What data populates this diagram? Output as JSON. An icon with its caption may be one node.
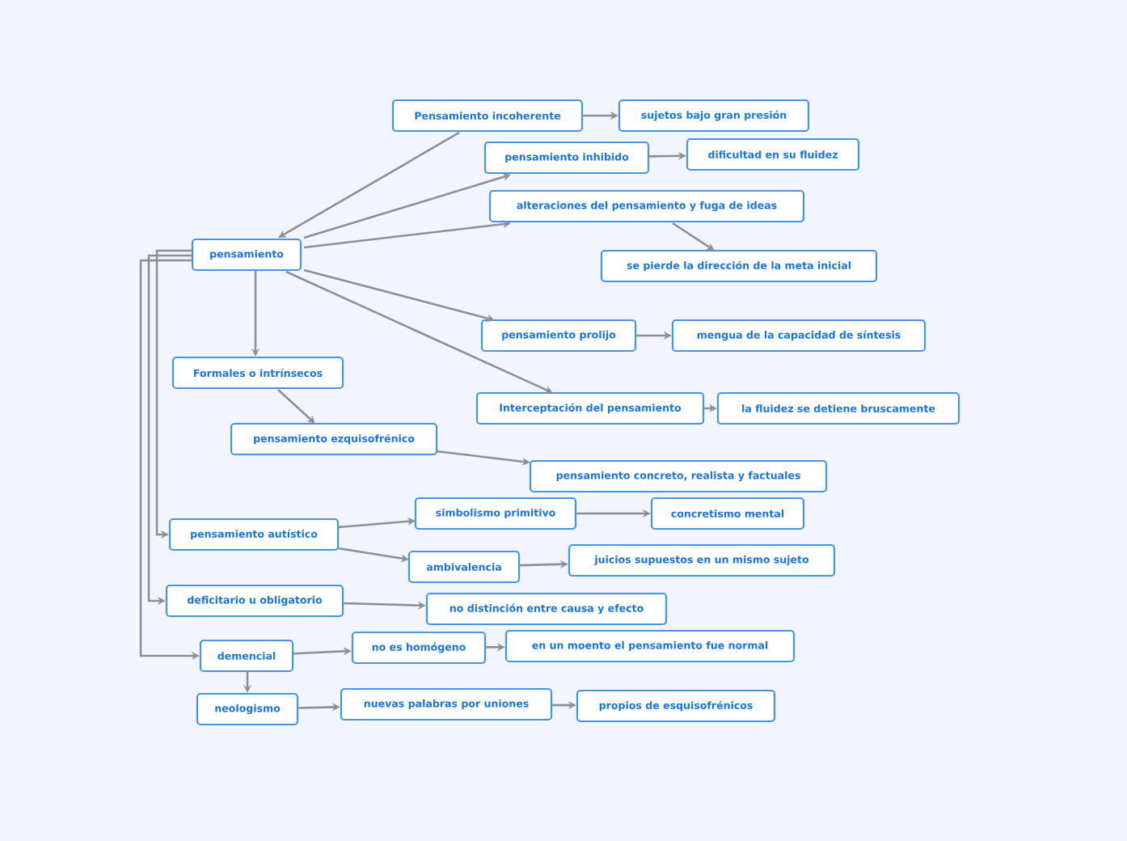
{
  "diagram": {
    "nodes": [
      {
        "text": [
          "Pensamiento incoherente"
        ]
      },
      {
        "text": [
          "sujetos bajo gran presión"
        ]
      },
      {
        "text": [
          "pensamiento inhibido"
        ]
      },
      {
        "text": [
          "dificultad en su fluidez"
        ]
      },
      {
        "text": [
          "alteraciones del pensamiento y fuga de ideas"
        ]
      },
      {
        "text": [
          "se pierde la dirección de la meta inicial"
        ]
      },
      {
        "text": [
          "pensamiento"
        ]
      },
      {
        "text": [
          "pensamiento prolijo"
        ]
      },
      {
        "text": [
          "mengua de la capacidad de síntesis"
        ]
      },
      {
        "text": [
          "Interceptación del pensamiento"
        ]
      },
      {
        "text": [
          "la fluidez se detiene bruscamente"
        ]
      },
      {
        "text": [
          "Formales o intrínsecos"
        ]
      },
      {
        "text": [
          "pensamiento ezquisofrénico"
        ]
      },
      {
        "text": [
          "pensamiento concreto, realista y factuales"
        ]
      },
      {
        "text": [
          "pensamiento autístico"
        ]
      },
      {
        "text": [
          "simbolismo primitivo"
        ]
      },
      {
        "text": [
          "concretismo mental"
        ]
      },
      {
        "text": [
          "ambivalencia"
        ]
      },
      {
        "text": [
          "juicios supuestos en un mismo sujeto"
        ]
      },
      {
        "text": [
          "deficitario u obligatorio"
        ]
      },
      {
        "text": [
          "no distinción entre causa y efecto"
        ]
      },
      {
        "text": [
          "demencial"
        ]
      },
      {
        "text": [
          "no es homógeno"
        ]
      },
      {
        "text": [
          "en un moento el pensamiento fue normal"
        ]
      },
      {
        "text": [
          "neologismo"
        ]
      },
      {
        "text": [
          "nuevas palabras por uniones"
        ]
      },
      {
        "text": [
          "propios de esquisofrénicos"
        ]
      }
    ],
    "edges": [
      {
        "from": 0,
        "to": 6,
        "arrow": "to"
      },
      {
        "from": 0,
        "to": 1,
        "arrow": "to"
      },
      {
        "from": 6,
        "to": 2,
        "arrow": "to"
      },
      {
        "from": 2,
        "to": 3,
        "arrow": "to"
      },
      {
        "from": 6,
        "to": 4,
        "arrow": "to"
      },
      {
        "from": 4,
        "to": 5,
        "arrow": "to"
      },
      {
        "from": 6,
        "to": 7,
        "arrow": "to"
      },
      {
        "from": 7,
        "to": 8,
        "arrow": "to"
      },
      {
        "from": 6,
        "to": 9,
        "arrow": "to"
      },
      {
        "from": 9,
        "to": 10,
        "arrow": "to"
      },
      {
        "from": 6,
        "to": 11,
        "arrow": "to"
      },
      {
        "from": 11,
        "to": 12,
        "arrow": "to"
      },
      {
        "from": 12,
        "to": 13,
        "arrow": "to"
      },
      {
        "from": 6,
        "to": 14,
        "arrow": "to"
      },
      {
        "from": 14,
        "to": 15,
        "arrow": "to"
      },
      {
        "from": 15,
        "to": 16,
        "arrow": "to"
      },
      {
        "from": 14,
        "to": 17,
        "arrow": "to"
      },
      {
        "from": 17,
        "to": 18,
        "arrow": "to"
      },
      {
        "from": 6,
        "to": 19,
        "arrow": "to"
      },
      {
        "from": 19,
        "to": 20,
        "arrow": "to"
      },
      {
        "from": 6,
        "to": 21,
        "arrow": "to"
      },
      {
        "from": 21,
        "to": 22,
        "arrow": "to"
      },
      {
        "from": 22,
        "to": 23,
        "arrow": "to"
      },
      {
        "from": 21,
        "to": 24,
        "arrow": "to"
      },
      {
        "from": 24,
        "to": 25,
        "arrow": "to"
      },
      {
        "from": 25,
        "to": 26,
        "arrow": "to"
      }
    ]
  }
}
